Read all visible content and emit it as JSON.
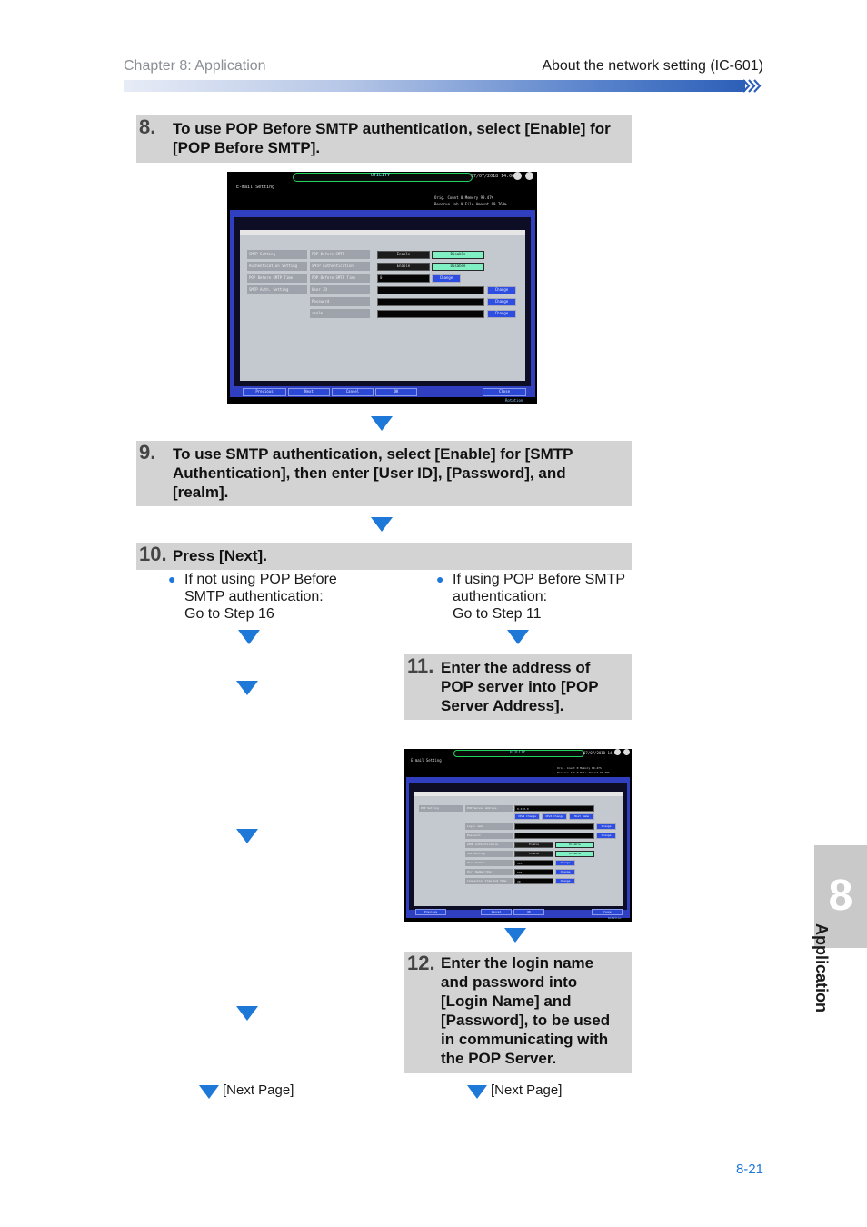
{
  "header": {
    "chapter": "Chapter 8: Application",
    "section": "About the network setting (IC-601)"
  },
  "steps": {
    "s8": {
      "num": "8.",
      "text": "To use POP Before SMTP authentication, select [Enable] for [POP Before SMTP]."
    },
    "s9": {
      "num": "9.",
      "text": "To use SMTP authentication, select [Enable] for [SMTP Authentication], then enter [User ID], [Password], and [realm]."
    },
    "s10": {
      "num": "10.",
      "text": "Press [Next]."
    },
    "s11": {
      "num": "11.",
      "text": "Enter the address of POP server into [POP Server Address]."
    },
    "s12": {
      "num": "12.",
      "text": "Enter the login name and password into [Login Name] and [Password], to be used in communicating with the POP Server."
    }
  },
  "bullets": {
    "left": {
      "line1": "If not using POP Before",
      "line2": "SMTP authentication:",
      "line3": "Go to Step 16"
    },
    "right": {
      "line1": "If using POP Before SMTP",
      "line2": "authentication:",
      "line3": "Go to Step 11"
    }
  },
  "screen1": {
    "title": "UTILITY",
    "datetime": "07/07/2018  14:00",
    "subtitle": "E-mail Setting",
    "orig_count": "Orig. Count      0   Memory       99.47%",
    "reserve_job": "Reserve Job      0   File Amount  99.763%",
    "rows": [
      {
        "left": "SMTP Setting",
        "mid": "POP Before SMTP",
        "b1": "Enable",
        "b2": "Disable"
      },
      {
        "left": "Authentication Setting",
        "mid": "SMTP Authentication",
        "b1": "Enable",
        "b2": "Disable"
      },
      {
        "left": "POP Before SMTP Time",
        "mid": "POP Before SMTP Time",
        "field": "0",
        "b2": "Change"
      },
      {
        "left": "SMTP Auth. Setting",
        "mid": "User ID",
        "b2": "Change"
      },
      {
        "mid": "Password",
        "b2": "Change"
      },
      {
        "mid": "realm",
        "b2": "Change"
      }
    ],
    "bottom": [
      "Previous",
      "Next",
      "Cancel",
      "OK",
      "Close"
    ],
    "rotation": "Rotation"
  },
  "screen2": {
    "title": "UTILITY",
    "datetime": "07/07/2018  14:00",
    "subtitle": "E-mail Setting",
    "orig_count": "Orig. Count    0   Memory       99.47%",
    "reserve_job": "Reserve Job    0   File Amount  99.70%",
    "left_label": "POP Setting",
    "server_label": "POP Server Address",
    "server_value": "0.0.0.0",
    "server_buttons": [
      "IPv4 Change",
      "IPv6 Change",
      "Host Name"
    ],
    "rows": [
      {
        "label": "Login name",
        "b": "Change"
      },
      {
        "label": "Password",
        "b": "Change"
      },
      {
        "label": "APOP Authentication",
        "b1": "Enable",
        "b2": "Disable"
      },
      {
        "label": "SSL Setting",
        "b1": "Enable",
        "b2": "Disable"
      },
      {
        "label": "Port Number",
        "val": "110",
        "b": "Change"
      },
      {
        "label": "Port Number(SSL)",
        "val": "995",
        "b": "Change"
      },
      {
        "label": "Connection Time Out Time",
        "val": "30",
        "b": "Change"
      }
    ],
    "bottom": [
      "Previous",
      "Cancel",
      "OK",
      "Close"
    ],
    "rotation": "Rotation"
  },
  "next_page": "[Next Page]",
  "side_tab": {
    "number": "8",
    "label": "Application"
  },
  "footer": {
    "page": "8-21"
  },
  "colors": {
    "accent": "#1e78d8",
    "step_bg": "#d3d3d3"
  }
}
